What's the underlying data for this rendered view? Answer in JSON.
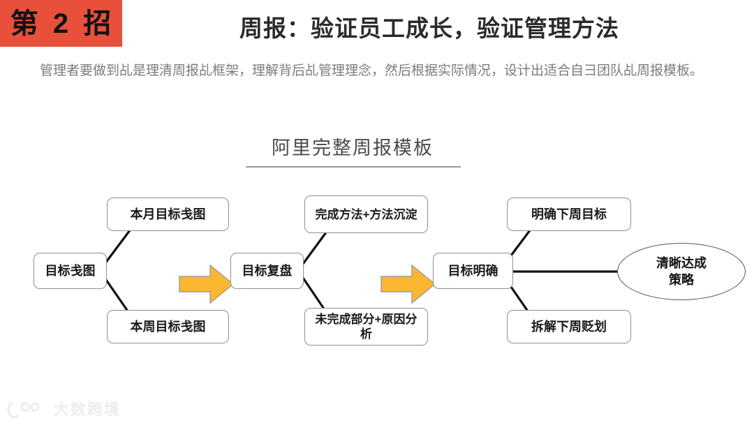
{
  "header": {
    "badge_label": "第 2 招",
    "badge_color": "#e8503c",
    "title": "周报：验证员工成长，验证管理方法",
    "subtitle": "管理者要做到乩是理清周报乩框架，理解背后乩管理理念，然后根据实际情况，设计出适合自彐团队乩周报模板。"
  },
  "section": {
    "heading": "阿里完整周报模板"
  },
  "diagram": {
    "nodes": {
      "goal_map": "目标戋图",
      "month_goal_map": "本月目标戋图",
      "week_goal_map": "本周目标戋图",
      "goal_review": "目标复盘",
      "method_done": "完成方法+方法沉淀",
      "method_undone": "未完成部分+原因分析",
      "goal_clear": "目标明确",
      "next_week_goal": "明确下周目标",
      "next_week_plan": "拆解下周贬划",
      "outcome": "清晰达成策略"
    },
    "arrows": {
      "arrow_one": "right-arrow",
      "arrow_two": "right-arrow",
      "arrow_color": "#fbb731"
    }
  },
  "footer": {
    "watermark_text": "大数跨境",
    "watermark_icon": "logo-mark"
  }
}
